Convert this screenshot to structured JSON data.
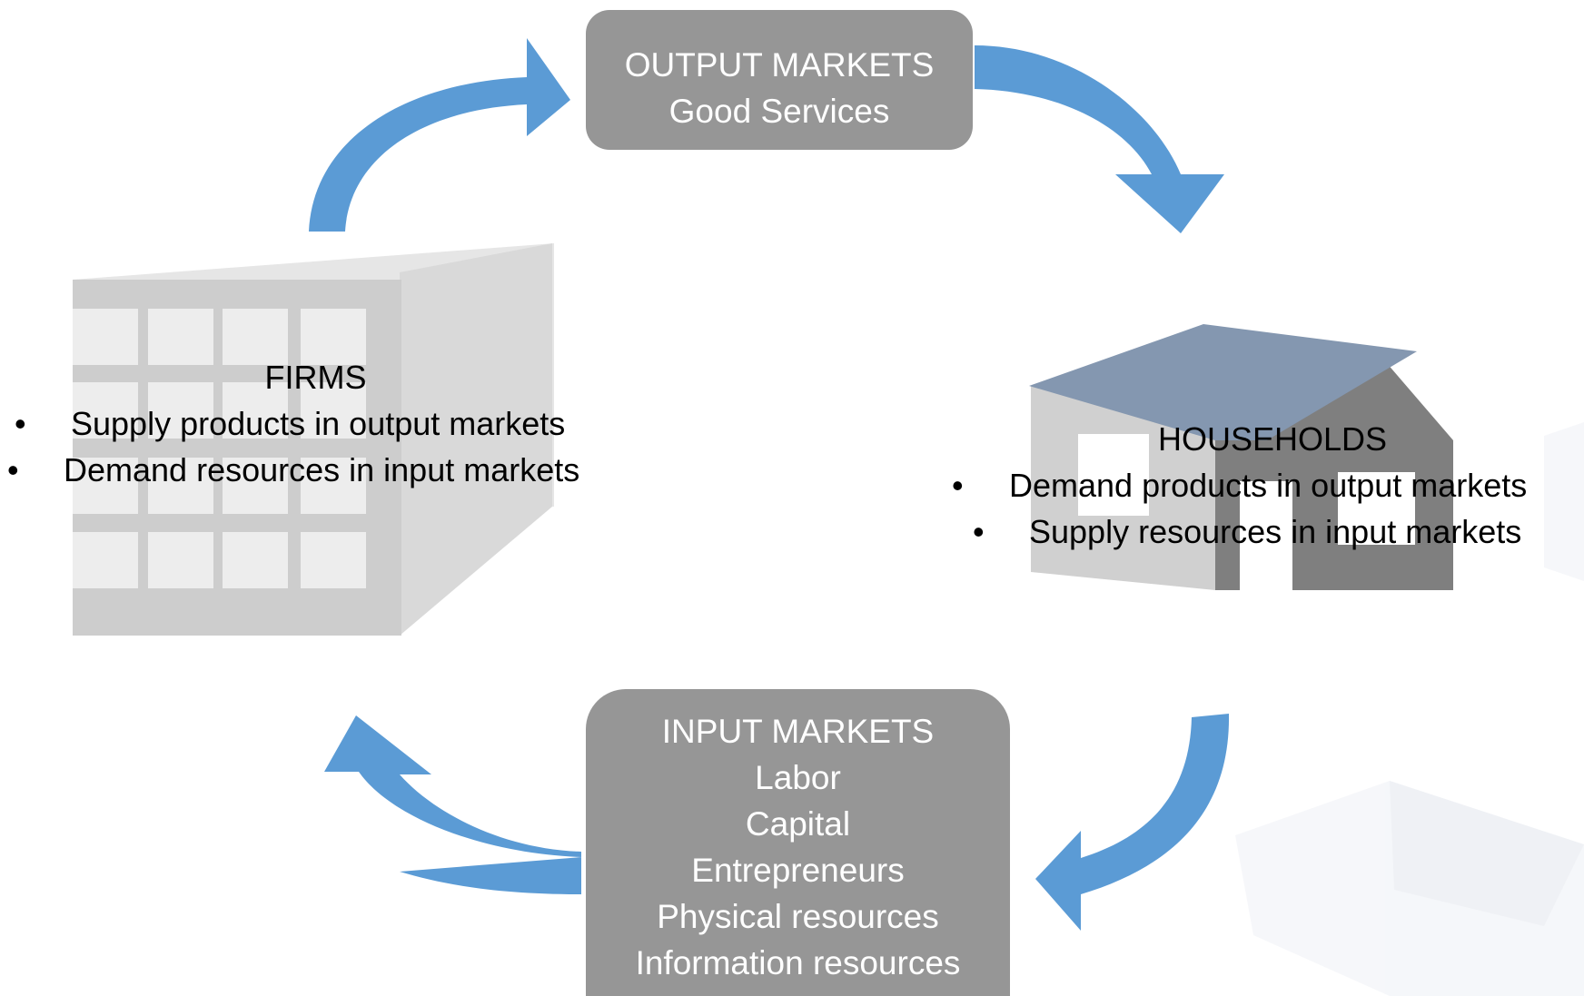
{
  "output_market": {
    "title": "OUTPUT MARKETS",
    "subtitle": "Good Services"
  },
  "input_market": {
    "title": "INPUT MARKETS",
    "items": [
      "Labor",
      "Capital",
      "Entrepreneurs",
      "Physical resources",
      "Information resources"
    ]
  },
  "firms": {
    "title": "FIRMS",
    "bullets": [
      "Supply products in output markets",
      "Demand resources in input markets"
    ]
  },
  "households": {
    "title": "HOUSEHOLDS",
    "bullets": [
      "Demand products in output markets",
      "Supply resources in input markets"
    ]
  },
  "bullet_glyph": "•",
  "icons": [
    "office-building-icon",
    "house-icon"
  ],
  "colors": {
    "arrow": "#5b9bd5",
    "market_box": "#969696",
    "building_light": "#d9d9d9",
    "building_mid": "#cdcdcd",
    "roof": "#8497b0",
    "house_wall": "#7f7f7f"
  }
}
